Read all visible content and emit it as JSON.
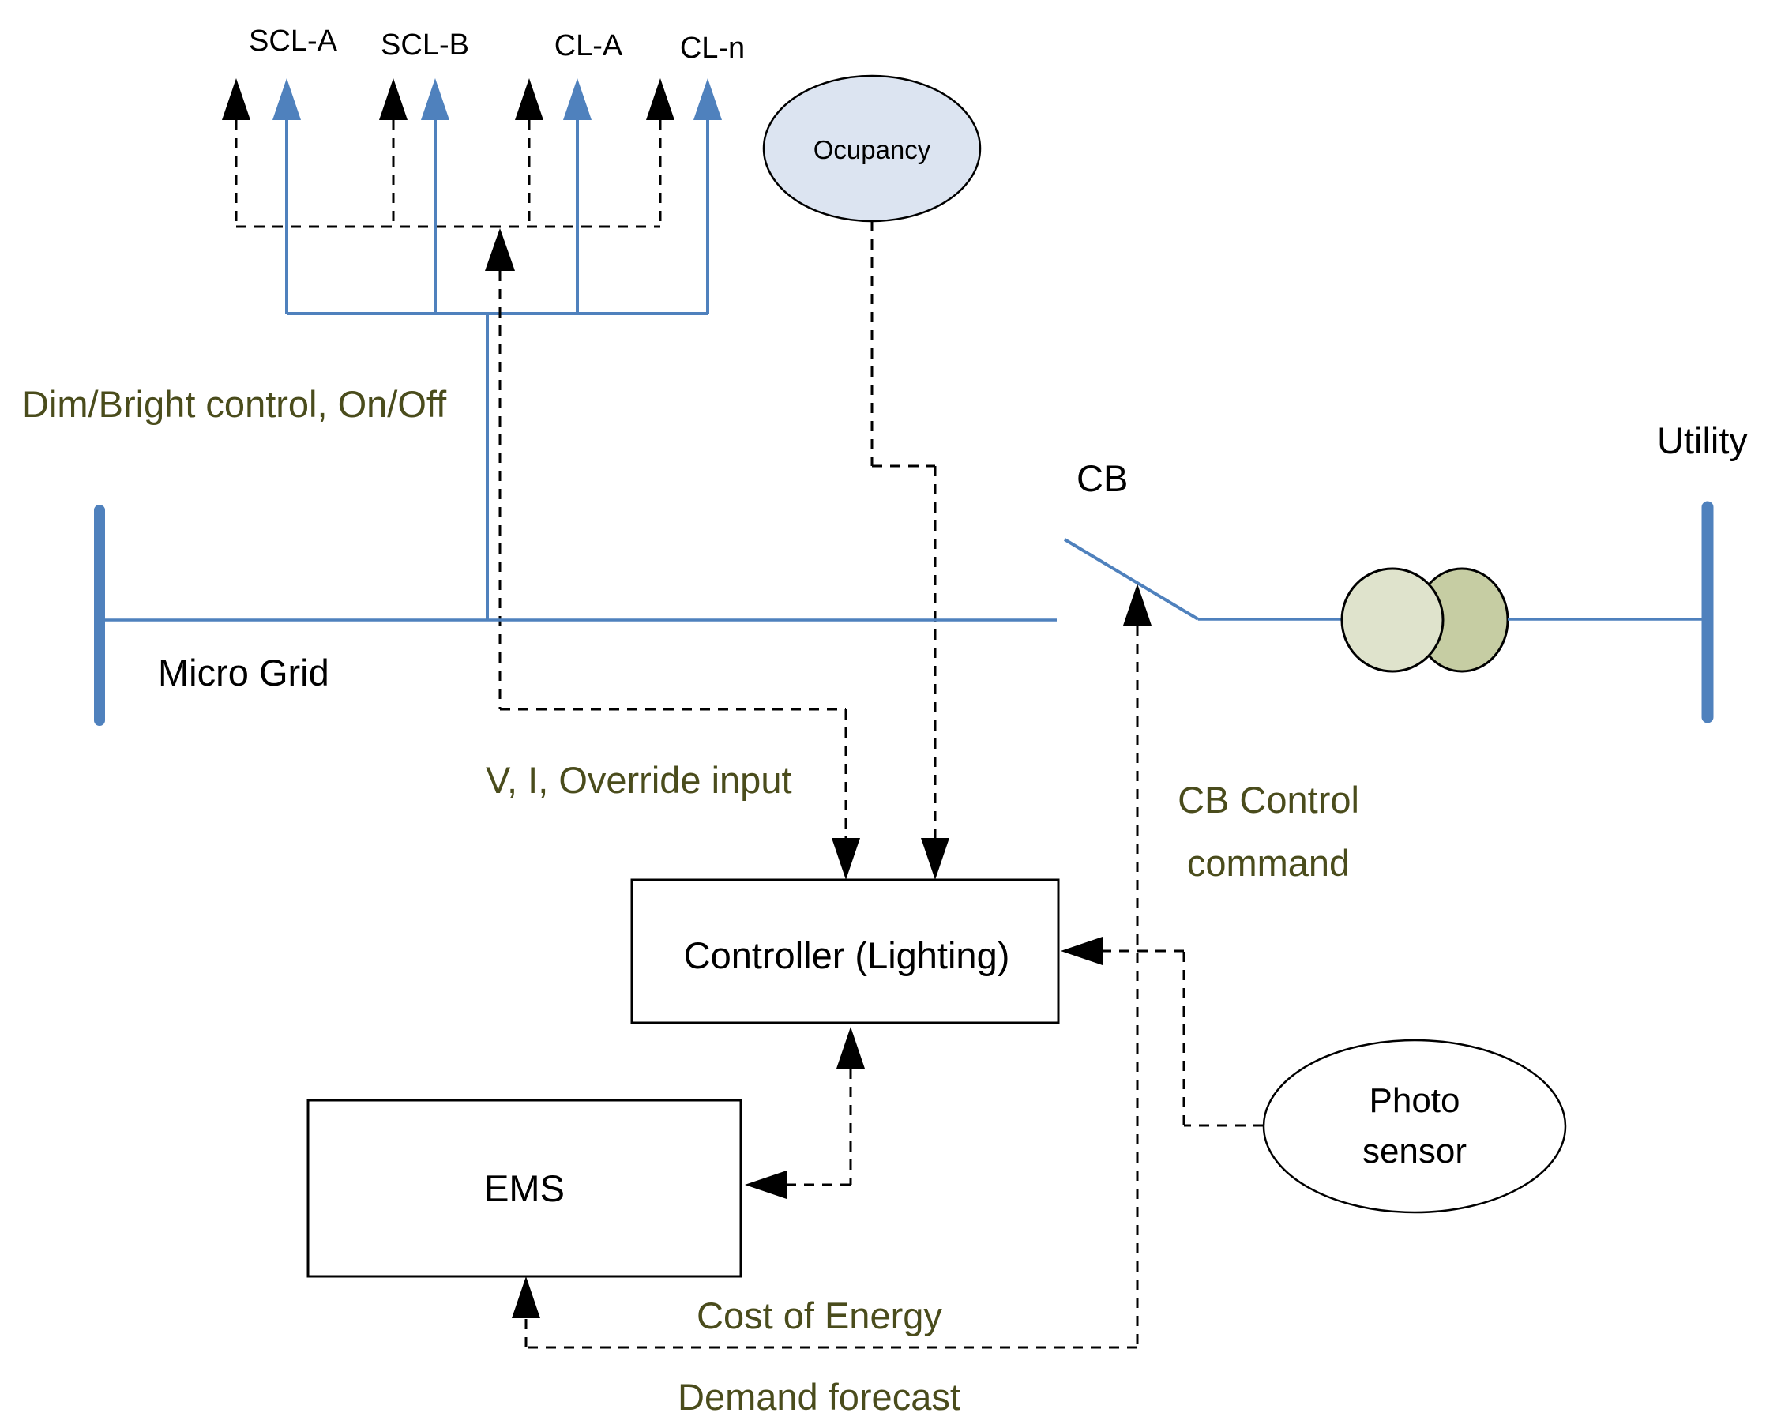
{
  "diagram": {
    "title": "Lighting control micro grid diagram",
    "colors": {
      "line_blue": "#4f81bd",
      "olive_text": "#4a4c1c",
      "occupancy_fill": "#dce4f1",
      "transformer_left_fill": "#dfe3cc",
      "transformer_right_fill": "#c6cda3",
      "background": "#ffffff"
    },
    "load_labels": [
      "SCL-A",
      "SCL-B",
      "CL-A",
      "CL-n"
    ],
    "labels": {
      "dim_bright": "Dim/Bright control, On/Off",
      "micro_grid": "Micro Grid",
      "cb": "CB",
      "utility": "Utility",
      "v_i_override": "V, I, Override input",
      "cb_control_line1": "CB Control",
      "cb_control_line2": "command",
      "cost_of_energy": "Cost of Energy",
      "demand_forecast": "Demand forecast"
    },
    "nodes": {
      "occupancy": "Ocupancy",
      "controller": "Controller (Lighting)",
      "ems": "EMS",
      "photo_sensor_line1": "Photo",
      "photo_sensor_line2": "sensor"
    }
  }
}
